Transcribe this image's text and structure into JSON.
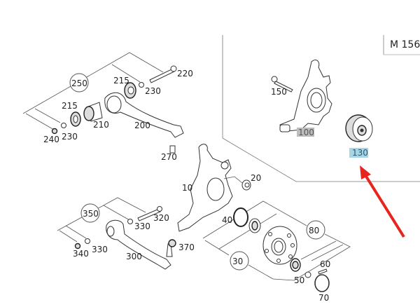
{
  "diagram": {
    "model_label": "M 156",
    "highlight_color": "#a6d5e6",
    "arrow_color": "#e8241f",
    "group_labels": [
      "250",
      "350",
      "80",
      "30"
    ],
    "parts": {
      "p10": "10",
      "p20": "20",
      "p40": "40",
      "p50": "50",
      "p60": "60",
      "p70": "70",
      "p100": "100",
      "p130": "130",
      "p150": "150",
      "p200": "200",
      "p210": "210",
      "p215a": "215",
      "p215b": "215",
      "p220": "220",
      "p230a": "230",
      "p230b": "230",
      "p240": "240",
      "p270": "270",
      "p300": "300",
      "p320": "320",
      "p330a": "330",
      "p330b": "330",
      "p340": "340",
      "p370": "370"
    }
  }
}
